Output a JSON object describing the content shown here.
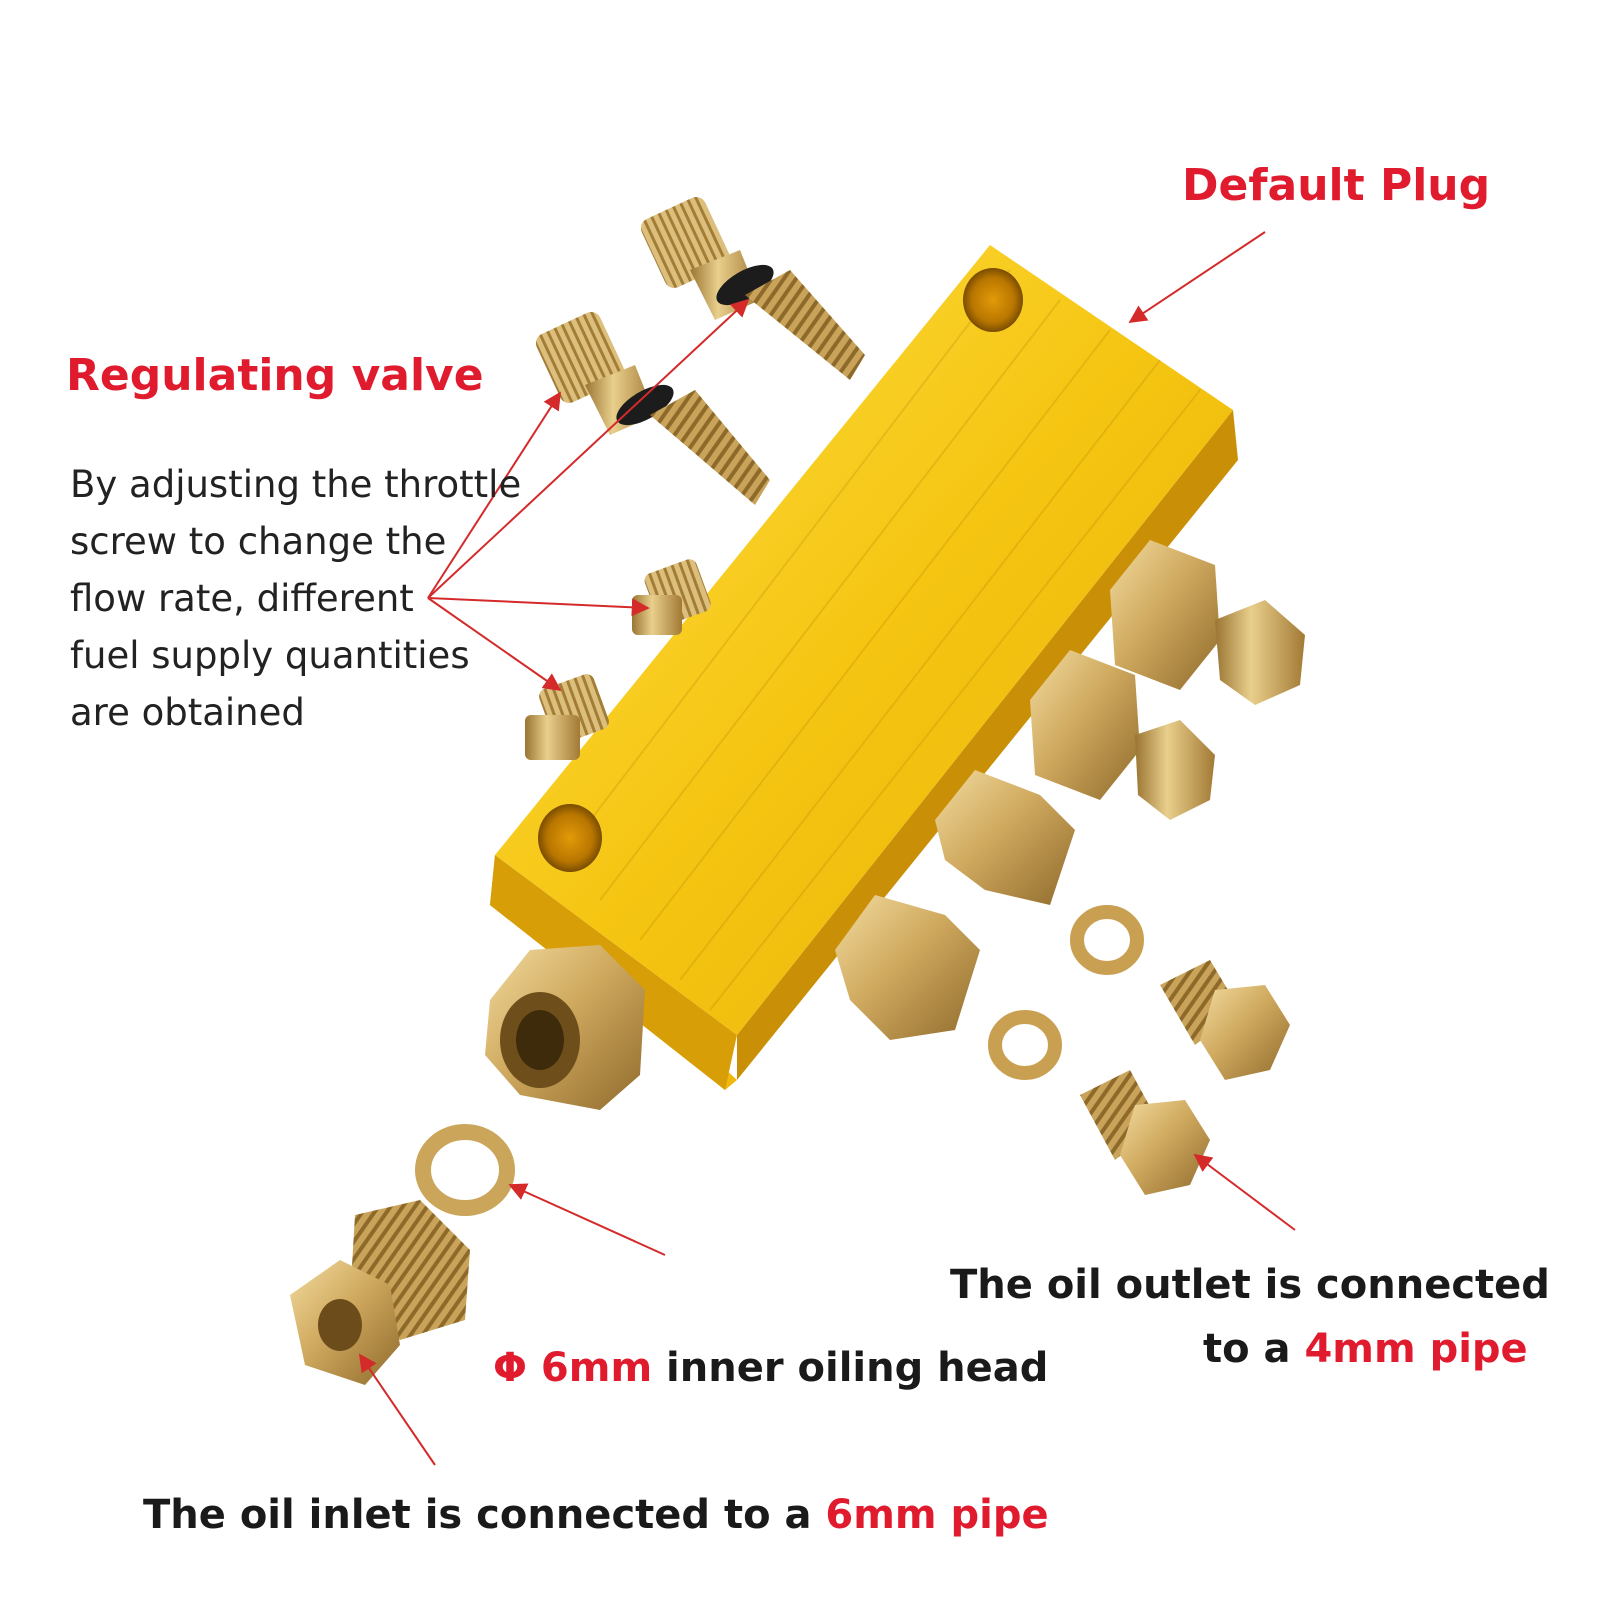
{
  "labels": {
    "default_plug": "Default Plug",
    "regulating_valve": "Regulating valve",
    "description_lines": [
      "By adjusting the throttle",
      "screw to change the",
      "flow rate, different",
      "fuel supply quantities",
      "are obtained"
    ],
    "outlet_line1": "The oil outlet is connected",
    "outlet_prefix": "to a ",
    "outlet_size": "4mm pipe",
    "head_size": "Φ 6mm",
    "head_text": " inner oiling head",
    "inlet_prefix": "The oil inlet is connected to a ",
    "inlet_size": "6mm pipe"
  },
  "colors": {
    "accent_red": "#e01b2e",
    "arrow_red": "#d42a2a",
    "aluminum_gold": "#f2c40f",
    "brass": "#c9a560",
    "text_dark": "#1a1a1a"
  }
}
